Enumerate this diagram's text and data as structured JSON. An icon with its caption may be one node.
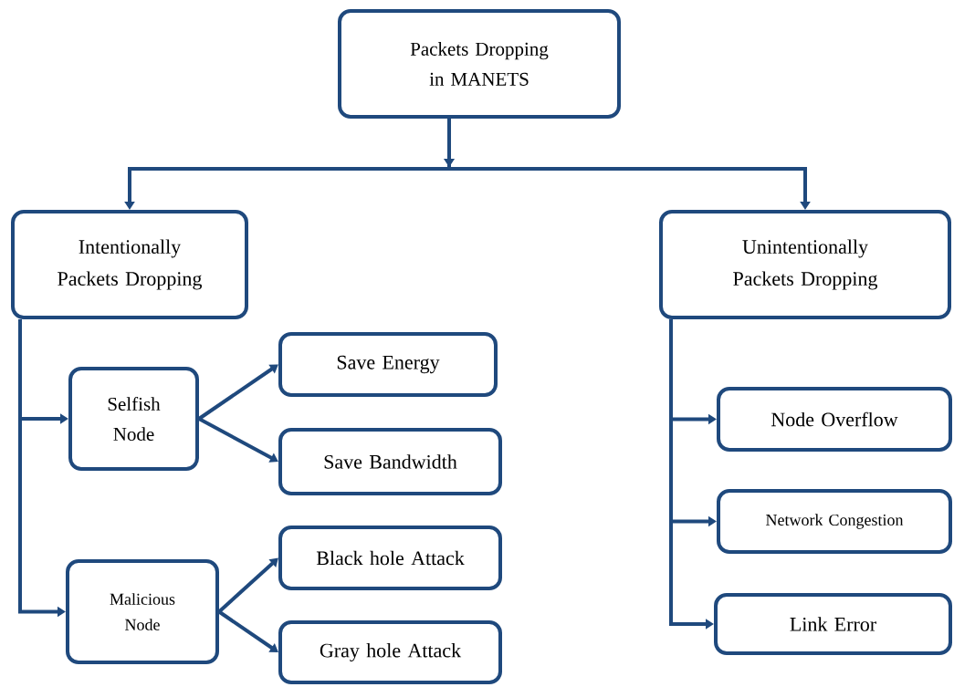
{
  "diagram": {
    "nodes": [
      {
        "text": [
          "Packets Dropping in MANETS"
        ]
      },
      {
        "text": [
          "Intentionally Packets Dropping"
        ]
      },
      {
        "text": [
          "Unintentionally Packets Dropping"
        ]
      },
      {
        "text": [
          "Selfish Node"
        ]
      },
      {
        "text": [
          "Save Energy"
        ]
      },
      {
        "text": [
          "Save Bandwidth"
        ]
      },
      {
        "text": [
          "Malicious Node"
        ]
      },
      {
        "text": [
          "Black hole Attack"
        ]
      },
      {
        "text": [
          "Gray hole Attack"
        ]
      },
      {
        "text": [
          "Node Overflow"
        ]
      },
      {
        "text": [
          "Network Congestion"
        ]
      },
      {
        "text": [
          "Link Error"
        ]
      }
    ],
    "edges": [
      {
        "from": 0,
        "to": 1,
        "arrow": "to"
      },
      {
        "from": 0,
        "to": 2,
        "arrow": "to"
      },
      {
        "from": 1,
        "to": 3,
        "arrow": "to"
      },
      {
        "from": 1,
        "to": 6,
        "arrow": "to"
      },
      {
        "from": 3,
        "to": 4,
        "arrow": "to"
      },
      {
        "from": 3,
        "to": 5,
        "arrow": "to"
      },
      {
        "from": 6,
        "to": 7,
        "arrow": "to"
      },
      {
        "from": 6,
        "to": 8,
        "arrow": "to"
      },
      {
        "from": 2,
        "to": 9,
        "arrow": "to"
      },
      {
        "from": 2,
        "to": 10,
        "arrow": "to"
      },
      {
        "from": 2,
        "to": 11,
        "arrow": "to"
      }
    ]
  }
}
